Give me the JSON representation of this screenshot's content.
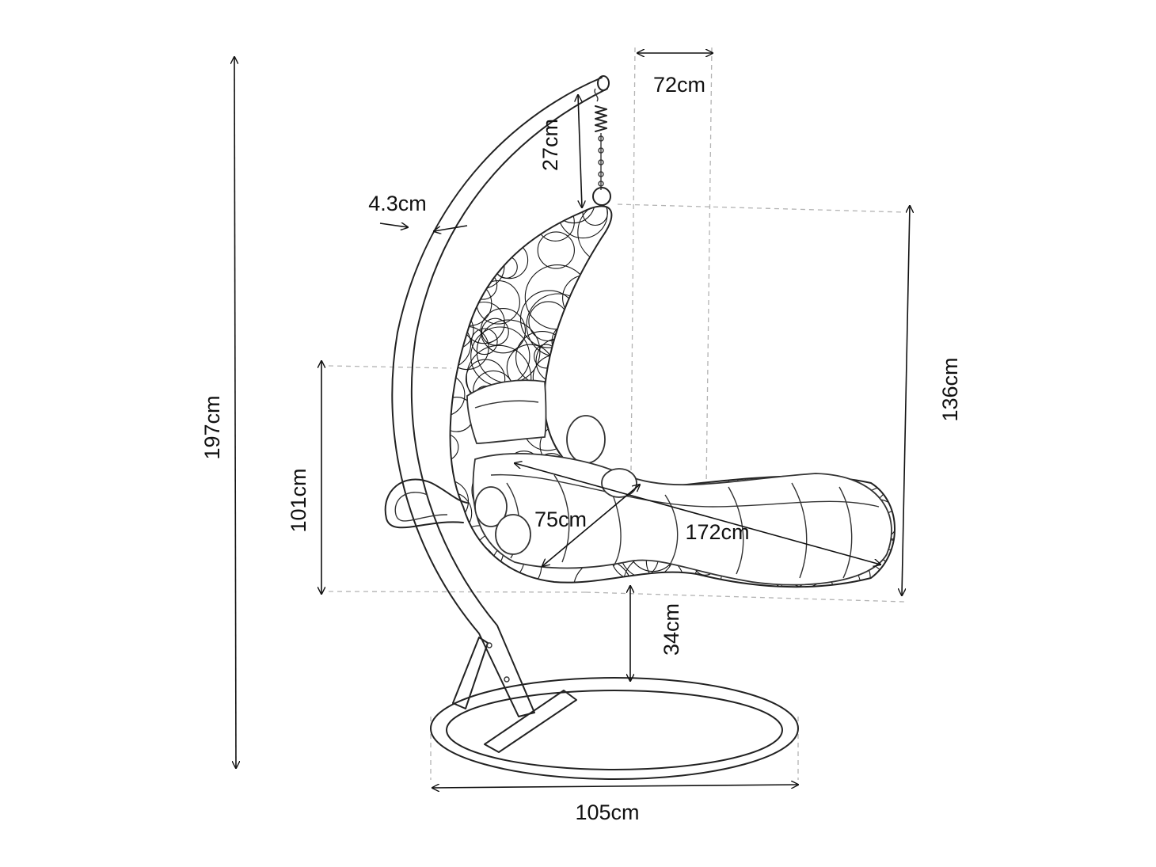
{
  "diagram": {
    "dimensions": {
      "total_height": "197cm",
      "top_width": "72cm",
      "chain_length": "27cm",
      "tube_diameter": "4.3cm",
      "seat_back_height": "101cm",
      "seat_depth": "75cm",
      "seat_length": "172cm",
      "seat_total_height": "136cm",
      "ground_clearance": "34cm",
      "base_diameter": "105cm"
    },
    "colors": {
      "line": "#222222",
      "dashed_guide": "#b3b3b3",
      "text": "#111111"
    }
  }
}
